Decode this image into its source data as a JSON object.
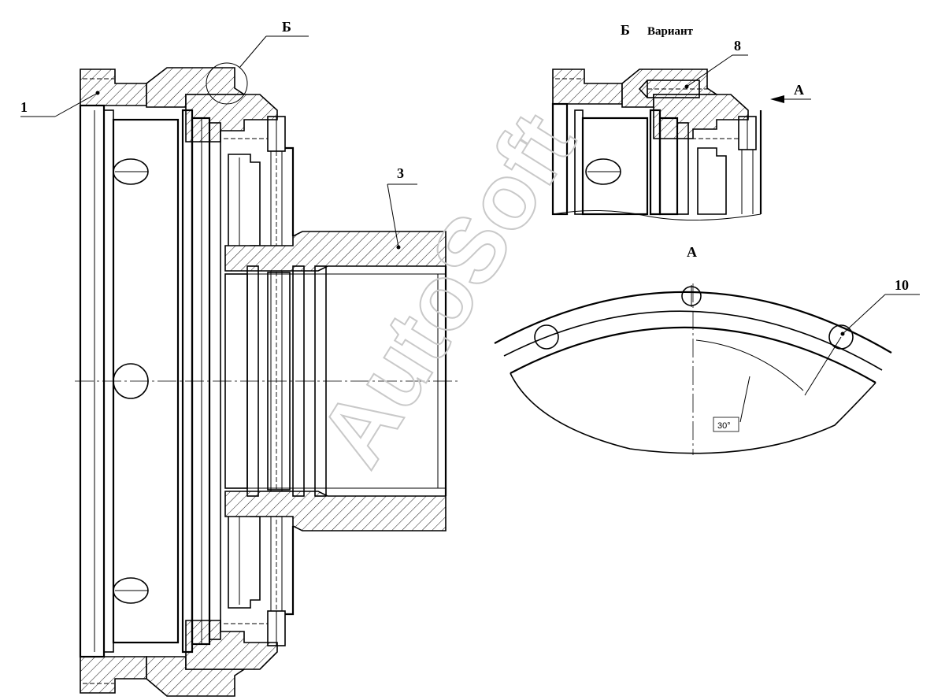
{
  "watermark": "AutoSoft",
  "labels": {
    "part_1": "1",
    "part_3": "3",
    "part_8": "8",
    "part_10": "10",
    "section_b": "Б",
    "variant_title_letter": "Б",
    "variant_title_word": "Вариант",
    "view_a_arrow": "А",
    "view_a_title": "А",
    "angle": "30°"
  }
}
